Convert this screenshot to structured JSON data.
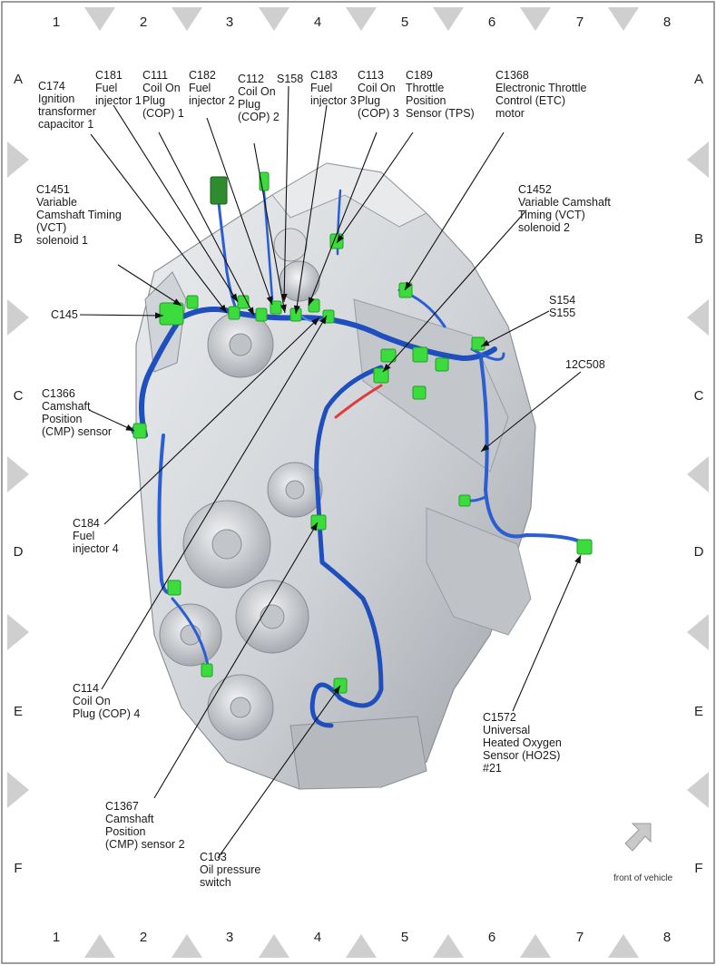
{
  "grid": {
    "columns": [
      "1",
      "2",
      "3",
      "4",
      "5",
      "6",
      "7",
      "8"
    ],
    "rows": [
      "A",
      "B",
      "C",
      "D",
      "E",
      "F"
    ]
  },
  "callouts": {
    "c174": "C174\nIgnition\ntransformer\ncapacitor 1",
    "c181": "C181\nFuel\ninjector 1",
    "c111": "C111\nCoil On\nPlug\n(COP) 1",
    "c182": "C182\nFuel\ninjector 2",
    "c112": "C112\nCoil On\nPlug\n(COP) 2",
    "s158": "S158",
    "c183": "C183\nFuel\ninjector 3",
    "c113": "C113\nCoil On\nPlug\n(COP) 3",
    "c189": "C189\nThrottle\nPosition\nSensor (TPS)",
    "c1368": "C1368\nElectronic Throttle\nControl (ETC)\nmotor",
    "c1451": "C1451\nVariable\nCamshaft Timing\n(VCT)\nsolenoid 1",
    "c1452": "C1452\nVariable Camshaft\nTiming (VCT)\nsolenoid 2",
    "c145": "C145",
    "s154": "S154\nS155",
    "c12c508": "12C508",
    "c1366": "C1366\nCamshaft\nPosition\n(CMP) sensor",
    "c184": "C184\nFuel\ninjector 4",
    "c114": "C114\nCoil On\nPlug (COP) 4",
    "c1367": "C1367\nCamshaft\nPosition\n(CMP) sensor 2",
    "c103": "C103\nOil pressure\nswitch",
    "c1572": "C1572\nUniversal\nHeated Oxygen\nSensor (HO2S)\n#21"
  },
  "front_of_vehicle": "front of vehicle",
  "colors": {
    "connector": "#3ddc3d",
    "connector_dark": "#1e9e28",
    "harness": "#1f4fbf",
    "harness_light": "#5b86e0",
    "red_wire": "#e23a3a",
    "engine": "#d6d8db",
    "engine_shadow": "#a9acb1",
    "marker": "#cfcfcf"
  }
}
